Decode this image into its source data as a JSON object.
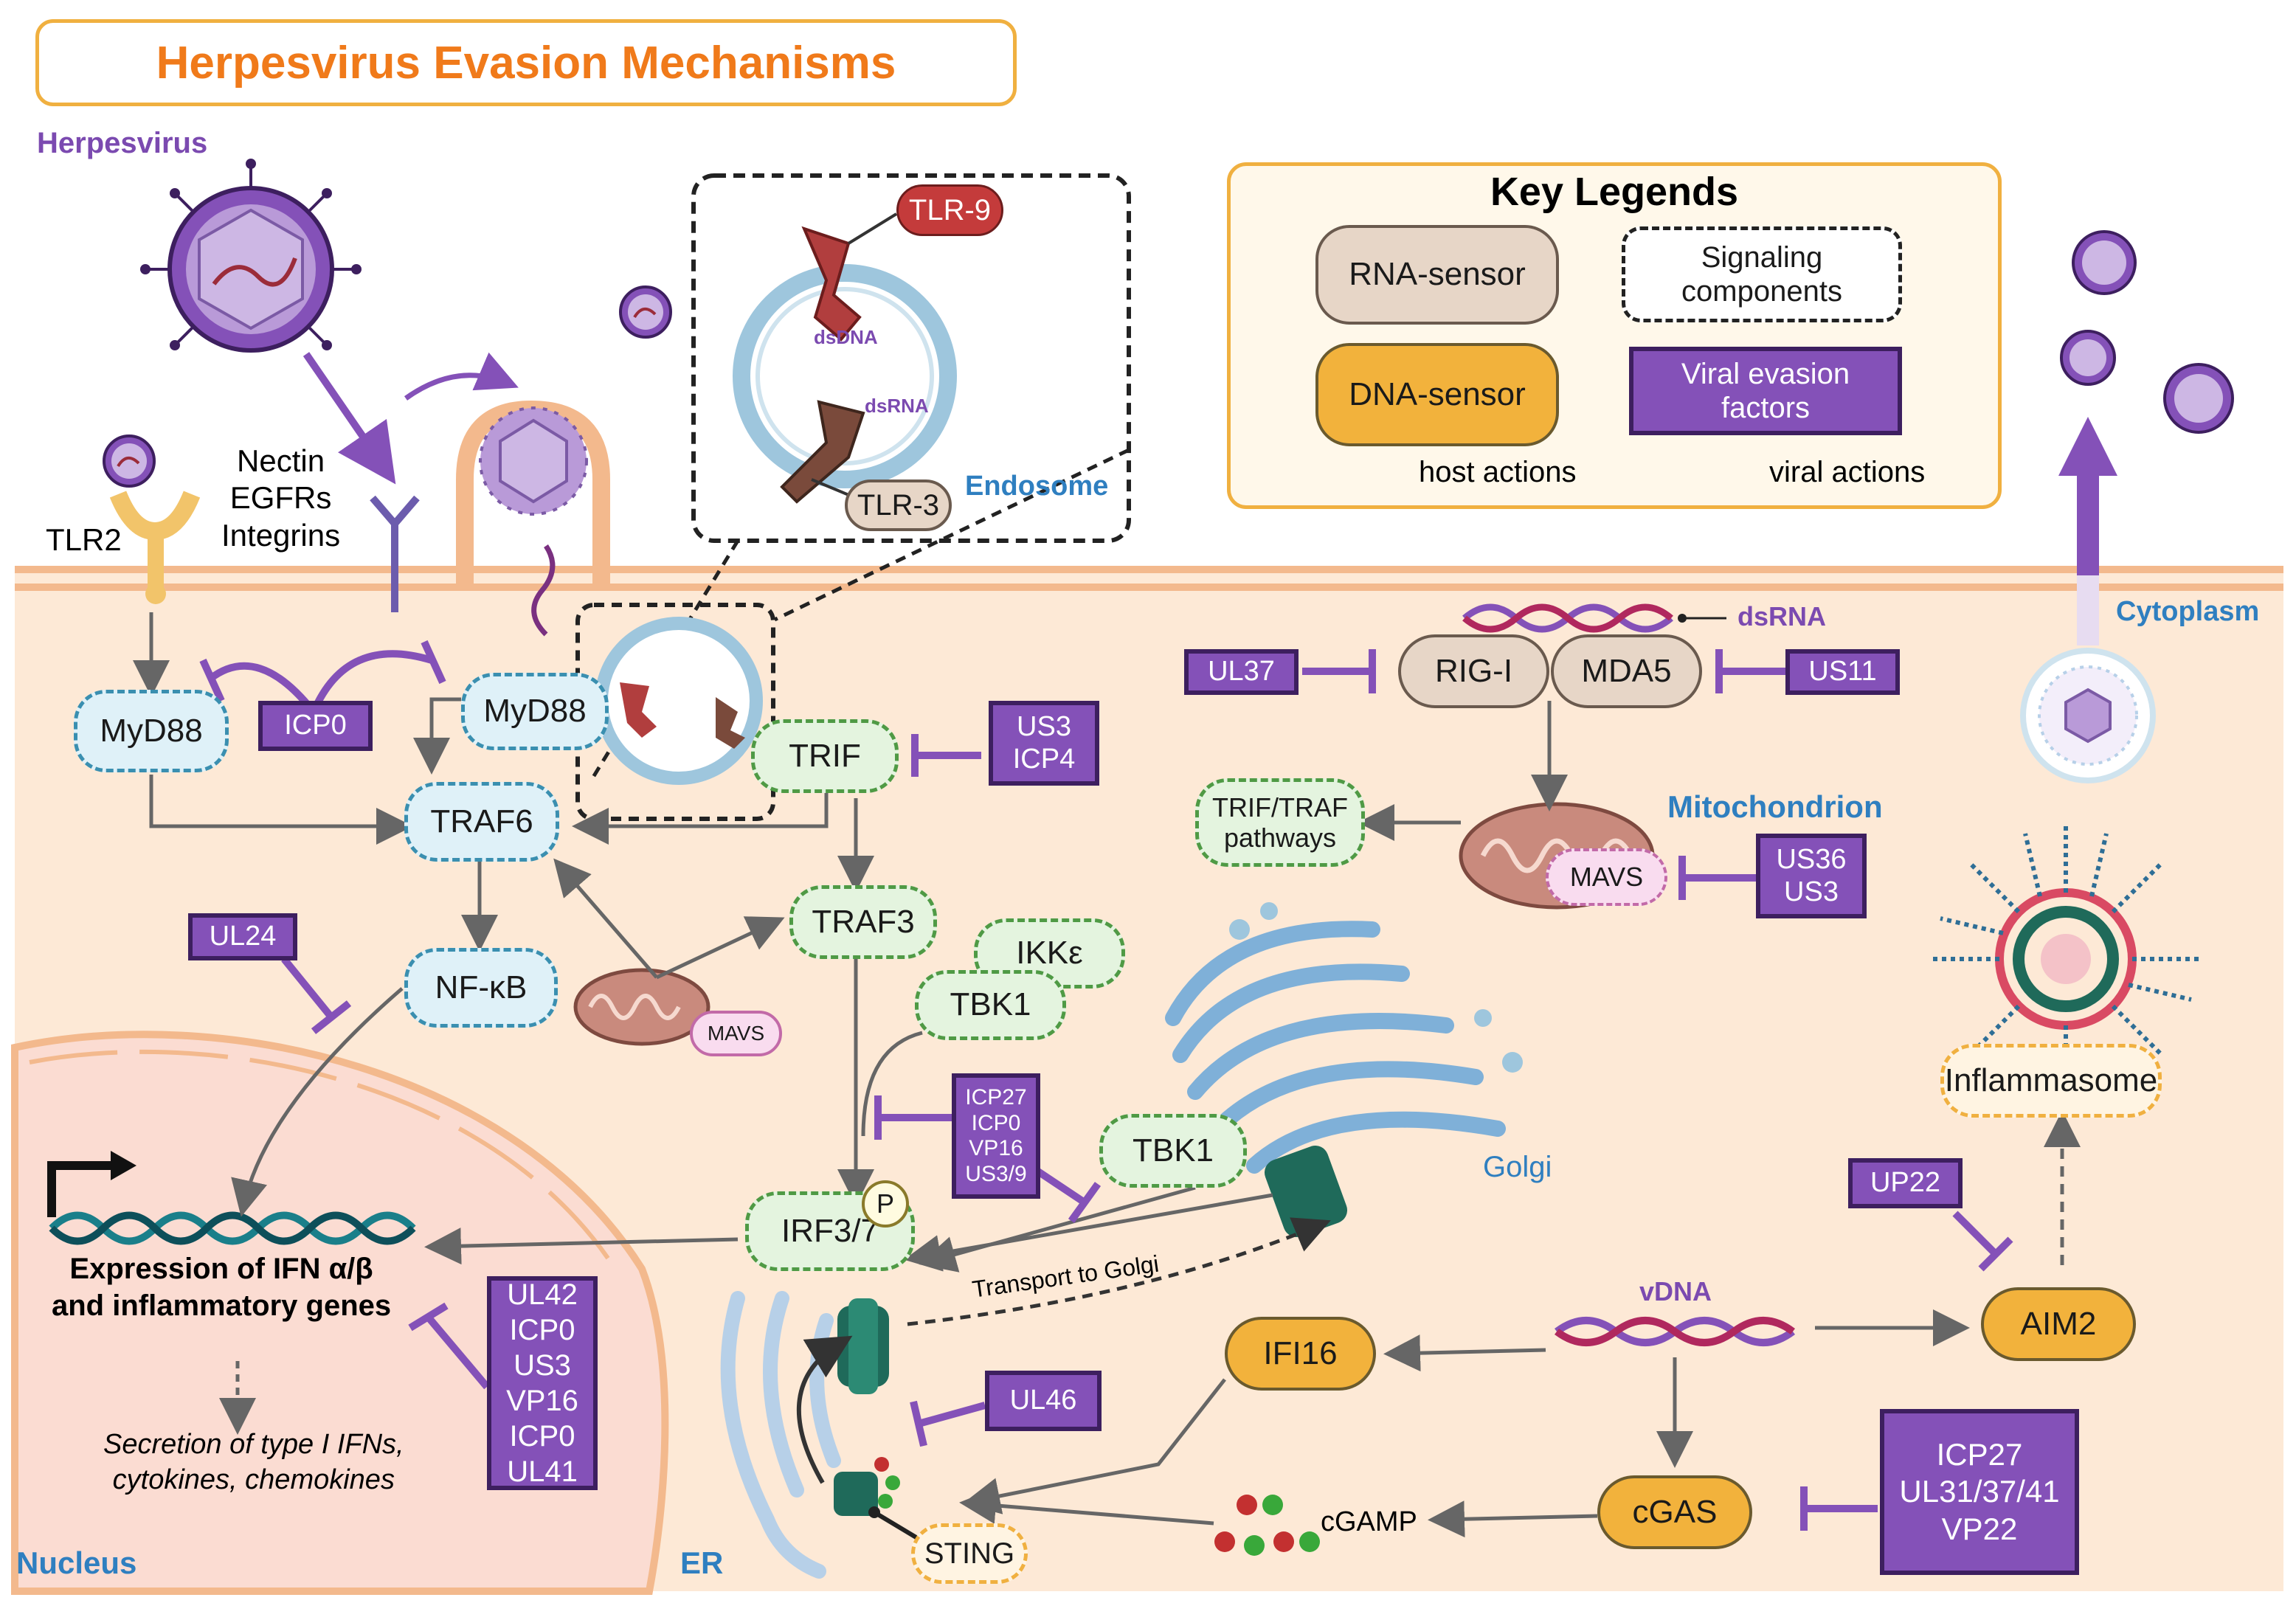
{
  "title": "Herpesvirus Evasion Mechanisms",
  "labels": {
    "herpesvirus": "Herpesvirus",
    "tlr2": "TLR2",
    "receptors": [
      "Nectin",
      "EGFRs",
      "Integrins"
    ],
    "endosome": "Endosome",
    "cytoplasm": "Cytoplasm",
    "mitochondrion": "Mitochondrion",
    "golgi": "Golgi",
    "nucleus": "Nucleus",
    "er": "ER",
    "dsdna": "dsDNA",
    "dsrna_endo": "dsRNA",
    "dsrna_cyto": "dsRNA",
    "vdna": "vDNA",
    "cgamp": "cGAMP",
    "transport": "Transport to Golgi",
    "expression": [
      "Expression of IFN α/β",
      "and inflammatory genes"
    ],
    "secretion": [
      "Secretion of type I IFNs,",
      "cytokines, chemokines"
    ]
  },
  "legend": {
    "title": "Key Legends",
    "rna_sensor": "RNA-sensor",
    "signaling": [
      "Signaling",
      "components"
    ],
    "dna_sensor": "DNA-sensor",
    "viral_factors": [
      "Viral evasion",
      "factors"
    ],
    "host_actions": "host actions",
    "viral_actions": "viral actions"
  },
  "nodes": {
    "tlr9": "TLR-9",
    "tlr3": "TLR-3",
    "myd88_left": "MyD88",
    "myd88_right": "MyD88",
    "traf6": "TRAF6",
    "trif": "TRIF",
    "nfkb": "NF-κB",
    "traf3": "TRAF3",
    "ikke": "IKKε",
    "tbk1_a": "TBK1",
    "tbk1_b": "TBK1",
    "irf37": "IRF3/7",
    "p": "P",
    "rigi": "RIG-I",
    "mda5": "MDA5",
    "trif_traf": [
      "TRIF/TRAF",
      "pathways"
    ],
    "mavs_mito": "MAVS",
    "mavs_small": "MAVS",
    "inflammasome": "Inflammasome",
    "aim2": "AIM2",
    "ifi16": "IFI16",
    "cgas": "cGAS",
    "sting": "STING"
  },
  "viral_factors": {
    "icp0_top": [
      "ICP0"
    ],
    "ul37": [
      "UL37"
    ],
    "us11": [
      "US11"
    ],
    "us3_icp4": [
      "US3",
      "ICP4"
    ],
    "us36_us3": [
      "US36",
      "US3"
    ],
    "ul24": [
      "UL24"
    ],
    "icp27_group": [
      "ICP27",
      "ICP0",
      "VP16",
      "US3/9"
    ],
    "ul42_group": [
      "UL42",
      "ICP0",
      "US3",
      "VP16",
      "ICP0",
      "UL41"
    ],
    "ul46": [
      "UL46"
    ],
    "up22": [
      "UP22"
    ],
    "icp27_cgas": [
      "ICP27",
      "UL31/37/41",
      "VP22"
    ]
  },
  "colors": {
    "host_arrow": "#666666",
    "viral_arrow": "#8451b8",
    "cell_fill": "#fde9d6",
    "nucleus_fill": "#fbdcd2",
    "legend_border": "#f0b040",
    "title_text": "#f07a1a"
  }
}
